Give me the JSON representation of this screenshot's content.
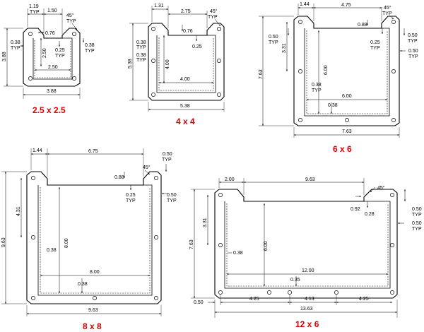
{
  "accent_color": "#e00000",
  "diagrams": {
    "d1": {
      "caption": "2.5 x 2.5",
      "dims": {
        "top_left": "1.19",
        "top_left_sub": "TYP",
        "top_mid": "1.50",
        "angle": "45°",
        "angle_sub": "TYP",
        "side": "3.88",
        "notch_w": "0.76",
        "left_off": "0.38",
        "left_off_sub": "TYP",
        "inner_h": "2.50",
        "right_in": "0.25",
        "right_in_sub": "TYP",
        "right_out": "0.38",
        "right_out_sub": "TYP",
        "inner_w": "2.50",
        "bottom": "3.88"
      }
    },
    "d2": {
      "caption": "4 x 4",
      "dims": {
        "top_left": "1.31",
        "top_mid": "2.75",
        "angle": "45°",
        "angle_sub": "TYP",
        "side": "5.38",
        "notch_w": "0.76",
        "right_in": "0.25",
        "left_a": "0.38",
        "left_a_sub": "TYP",
        "left_b": "0.38",
        "left_b_sub": "TYP",
        "inner_h": "4.00",
        "inner_w": "4.00",
        "bottom": "5.38"
      }
    },
    "d3": {
      "caption": "6 x 6",
      "dims": {
        "top_left": "1.44",
        "top_mid": "4.75",
        "angle": "45°",
        "angle_sub": "TYP",
        "notch_w": "0.88",
        "left_a": "0.50",
        "left_a_sub": "TYP",
        "right_a": "0.50",
        "right_a_sub": "TYP",
        "left_hole": "3.31",
        "right_in": "0.25",
        "right_in_sub": "TYP",
        "right_b": "0.50",
        "right_b_sub": "TYP",
        "side": "7.63",
        "inner_h": "6.00",
        "left_in": "0.38",
        "left_in_sub": "TYP",
        "inner_w": "6.00",
        "bottom_off": "0.38",
        "bottom": "7.63"
      }
    },
    "d4": {
      "caption": "8 x 8",
      "dims": {
        "top_left": "1.44",
        "top_mid": "6.75",
        "right_top": "0.50",
        "right_top_sub": "TYP",
        "notch_w": "0.88",
        "angle": "45°",
        "side": "9.63",
        "left_hole": "4.31",
        "right_in": "0.25",
        "right_in_sub": "TYP",
        "right_b": "0.50",
        "right_b_sub": "TYP",
        "inner_h": "8.00",
        "left_in": "0.38",
        "inner_w": "8.00",
        "bottom_off": "0.38",
        "bottom": "9.63"
      }
    },
    "d5": {
      "caption": "12 x 6",
      "dims": {
        "top_left": "2.00",
        "top_mid": "9.63",
        "angle": "45°",
        "notch_a": "0.92",
        "notch_b": "0.28",
        "right_a": "0.50",
        "right_a_sub": "TYP",
        "right_b": "0.50",
        "right_b_sub": "TYP",
        "left_hole": "3.31",
        "side": "7.63",
        "left_in": "0.38",
        "inner_h": "6.00",
        "inner_w": "12.00",
        "bottom_off": "0.35",
        "left_out": "0.50",
        "seg_a": "4.25",
        "seg_b": "4.13",
        "seg_c": "4.25",
        "bottom": "13.63"
      }
    }
  }
}
